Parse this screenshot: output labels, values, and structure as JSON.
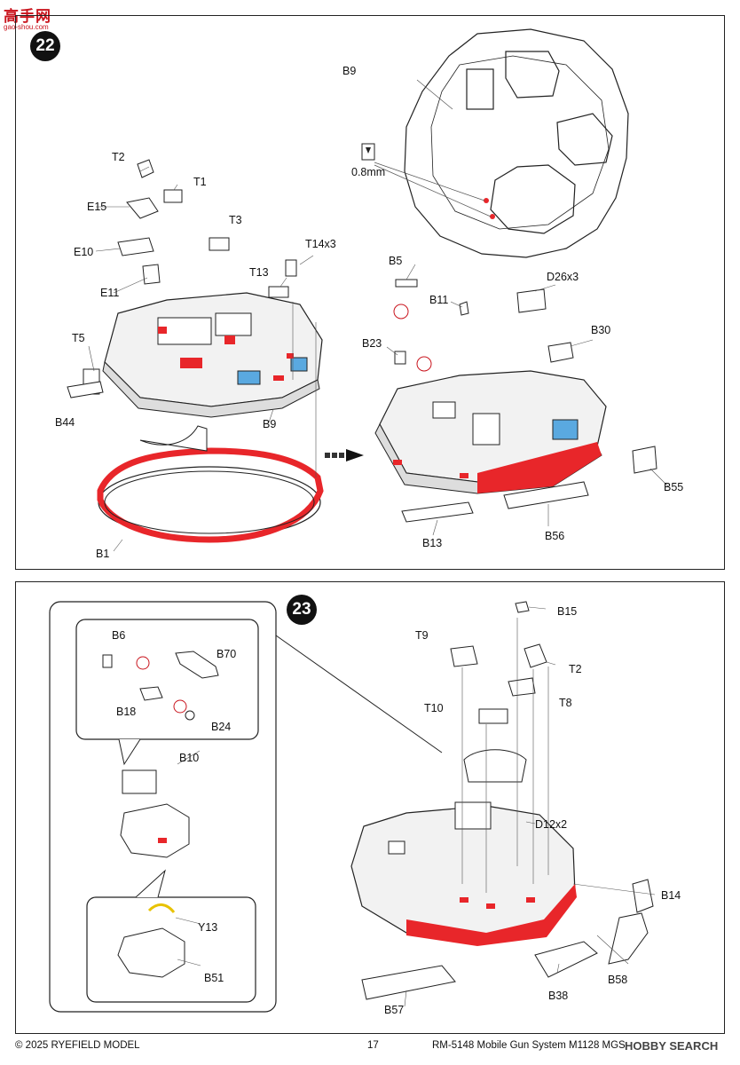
{
  "watermark": {
    "logo_text": "高手网",
    "site": "gao-shou.com"
  },
  "step22": {
    "number": "22",
    "labels": {
      "b9_top": "B9",
      "thickness": "0.8mm",
      "t2": "T2",
      "t1": "T1",
      "e15": "E15",
      "t3": "T3",
      "t14": "T14x3",
      "e10": "E10",
      "t13": "T13",
      "e11": "E11",
      "t5": "T5",
      "b44": "B44",
      "b9_bottom": "B9",
      "b1": "B1",
      "b5": "B5",
      "d26": "D26x3",
      "b11": "B11",
      "b30": "B30",
      "b23": "B23",
      "b55": "B55",
      "b13": "B13",
      "b56": "B56"
    }
  },
  "step23": {
    "number": "23",
    "labels": {
      "b15": "B15",
      "t9": "T9",
      "t2": "T2",
      "t8": "T8",
      "t10": "T10",
      "d12": "D12x2",
      "b14": "B14",
      "b58": "B58",
      "b38": "B38",
      "b57": "B57",
      "b6": "B6",
      "b70": "B70",
      "b18": "B18",
      "b24": "B24",
      "b10": "B10",
      "y13": "Y13",
      "b51": "B51"
    }
  },
  "footer": {
    "copyright": "© 2025 RYEFIELD MODEL",
    "page": "17",
    "title": "RM-5148 Mobile Gun System M1128 MGS Stryker",
    "watermark": "HOBBY SEARCH"
  },
  "colors": {
    "glue": "#e8262a",
    "clear_part": "#5aa9e0",
    "line": "#222222"
  }
}
